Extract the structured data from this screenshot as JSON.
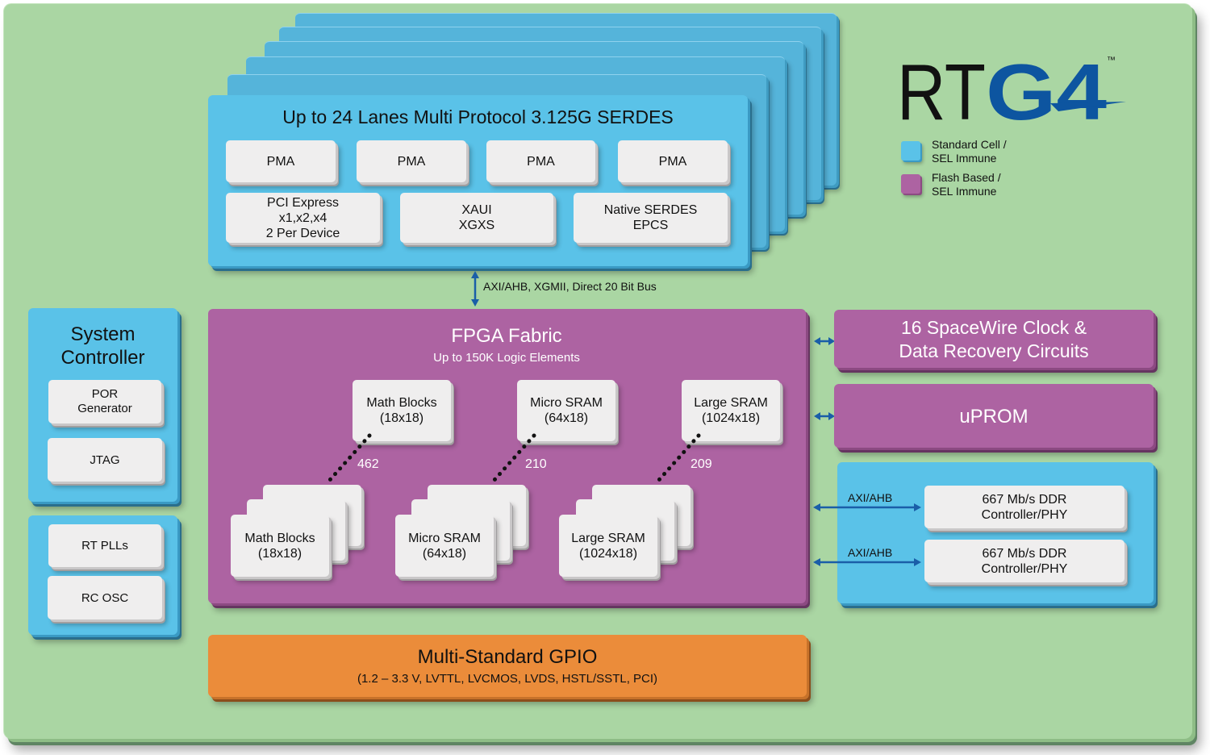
{
  "logo": {
    "text_plain": "RT",
    "text_accent": "G4",
    "trademark": "™"
  },
  "legend": [
    {
      "label_line1": "Standard Cell /",
      "label_line2": "SEL Immune",
      "color": "#5ac2e8"
    },
    {
      "label_line1": "Flash Based /",
      "label_line2": "SEL Immune",
      "color": "#ad63a2"
    }
  ],
  "colors": {
    "background": "#aad6a3",
    "standard_cell": "#5ac2e8",
    "flash_based": "#ad63a2",
    "gpio": "#eb8c3a",
    "cell": "#efeeee",
    "arrow": "#1a5ea8",
    "logo_accent": "#0d55a0"
  },
  "serdes": {
    "title": "Up to 24 Lanes Multi Protocol 3.125G SERDES",
    "pma": [
      "PMA",
      "PMA",
      "PMA",
      "PMA"
    ],
    "protocols": [
      {
        "lines": [
          "PCI Express",
          "x1,x2,x4",
          "2 Per Device"
        ]
      },
      {
        "lines": [
          "XAUI",
          "XGXS"
        ]
      },
      {
        "lines": [
          "Native SERDES",
          "EPCS"
        ]
      }
    ],
    "bus_label": "AXI/AHB, XGMII, Direct 20 Bit Bus"
  },
  "system_controller": {
    "title_line1": "System",
    "title_line2": "Controller",
    "items": [
      {
        "lines": [
          "POR",
          "Generator"
        ]
      },
      {
        "lines": [
          "JTAG"
        ]
      }
    ]
  },
  "clocking": {
    "items": [
      {
        "lines": [
          "RT PLLs"
        ]
      },
      {
        "lines": [
          "RC OSC"
        ]
      }
    ]
  },
  "fpga_fabric": {
    "title": "FPGA Fabric",
    "subtitle": "Up to 150K Logic Elements",
    "blocks": [
      {
        "line1": "Math Blocks",
        "line2": "(18x18)",
        "count": "462"
      },
      {
        "line1": "Micro SRAM",
        "line2": "(64x18)",
        "count": "210"
      },
      {
        "line1": "Large SRAM",
        "line2": "(1024x18)",
        "count": "209"
      }
    ]
  },
  "spacewire": {
    "line1": "16 SpaceWire Clock &",
    "line2": "Data Recovery Circuits"
  },
  "uprom": {
    "label": "uPROM"
  },
  "ddr": {
    "controllers": [
      {
        "bus_label": "AXI/AHB",
        "line1": "667 Mb/s DDR",
        "line2": "Controller/PHY"
      },
      {
        "bus_label": "AXI/AHB",
        "line1": "667 Mb/s DDR",
        "line2": "Controller/PHY"
      }
    ]
  },
  "gpio": {
    "title": "Multi-Standard GPIO",
    "subtitle": "(1.2 – 3.3 V, LVTTL, LVCMOS, LVDS, HSTL/SSTL, PCI)"
  }
}
